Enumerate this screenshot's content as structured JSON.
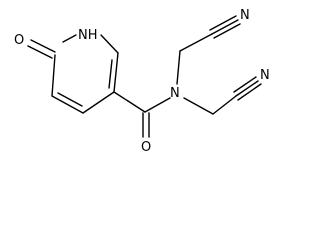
{
  "molecule": {
    "atoms": {
      "ring_nh": "NH",
      "ring_oxo_o": "O",
      "amide_o": "O",
      "amide_n": "N",
      "nitrile_n_upper": "N",
      "nitrile_n_lower": "N"
    }
  }
}
